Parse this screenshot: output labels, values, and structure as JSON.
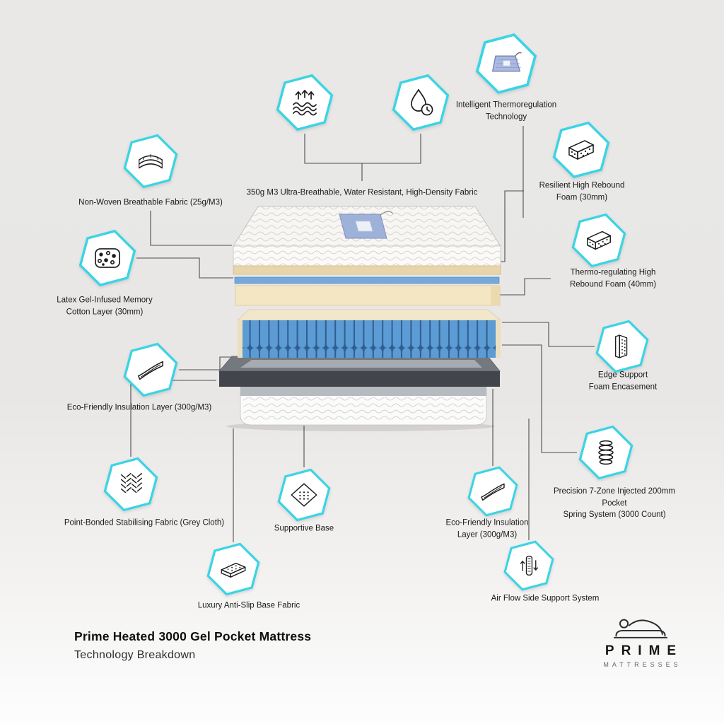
{
  "page": {
    "title": "Prime Heated 3000 Gel Pocket Mattress",
    "subtitle": "Technology Breakdown"
  },
  "brand": {
    "name": "PRIME",
    "subtitle": "MATTRESSES"
  },
  "colors": {
    "accent_cyan": "#3bd4e4",
    "spring_blue": "#5c9bd3",
    "foam_cream": "#f4e6c3",
    "frame_gray": "#42464c",
    "connector_line": "#4d4d4d",
    "background_top": "#e9e8e7",
    "background_bottom": "#fdfdfd"
  },
  "labels": {
    "fabric350": "350g M3 Ultra-Breathable, Water Resistant, High-Density Fabric",
    "thermoreg": "Intelligent Thermoregulation\nTechnology",
    "nonwoven": "Non-Woven Breathable Fabric (25g/M3)",
    "latex": "Latex Gel-Infused Memory\nCotton Layer (30mm)",
    "insulation_left": "Eco-Friendly Insulation Layer (300g/M3)",
    "point_bonded": "Point-Bonded Stabilising Fabric (Grey Cloth)",
    "resilient": "Resilient High Rebound\nFoam (30mm)",
    "thermo_foam": "Thermo-regulating High\nRebound Foam (40mm)",
    "edge_support": "Edge Support\nFoam Encasement",
    "spring": "Precision 7-Zone Injected 200mm\nPocket\nSpring System (3000 Count)",
    "airflow": "Air Flow Side Support System",
    "supportive_base": "Supportive Base",
    "insulation_right": "Eco-Friendly Insulation\nLayer (300g/M3)",
    "antislip": "Luxury Anti-Slip Base Fabric"
  },
  "icons": {
    "breathable_fabric": "wavy-layers-with-up-arrows",
    "water_resistant": "water-drop-with-clock",
    "thermoregulation": "heated-pad-with-cord",
    "nonwoven": "stacked-fabric-arcs",
    "latex_gel": "sponge-with-holes",
    "insulation": "curved-insulation-sheet",
    "point_bonded": "herringbone-weave",
    "rebound_foam": "3d-foam-slab-dotted",
    "edge_support": "vertical-foam-slab-dotted",
    "spring": "coil-spring",
    "airflow": "side-panel-with-air-arrows",
    "supportive_base": "diamond-dotted-base",
    "antislip": "flat-dotted-base-slab",
    "brand_logo": "sleeping-person-outline"
  }
}
